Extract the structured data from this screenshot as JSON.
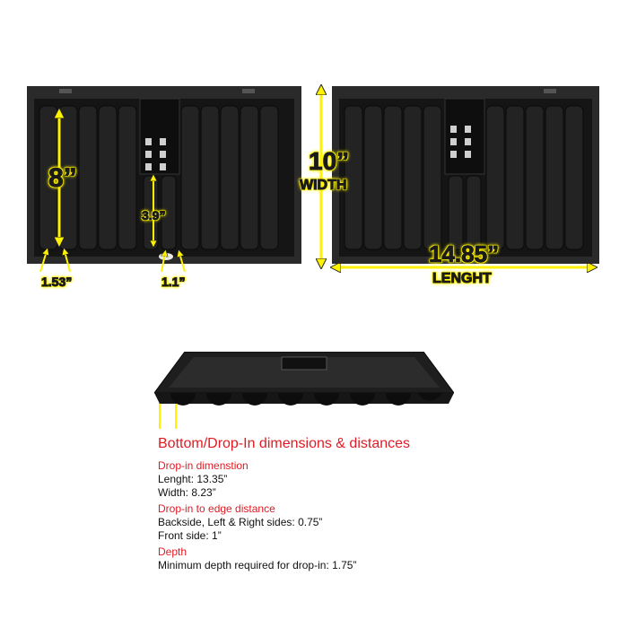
{
  "tray_front": {
    "height_label": "8”",
    "pocket_label": "3.9”",
    "edge_label": "1.53”",
    "gap_label": "1.1”"
  },
  "tray_back": {
    "height_label": "10”",
    "height_caption": "WIDTH",
    "length_label": "14.85”",
    "length_caption": "LENGHT"
  },
  "info": {
    "title": "Bottom/Drop-In dimensions & distances",
    "sections": [
      {
        "heading": "Drop-in dimenstion",
        "lines": [
          "Lenght: 13.35”",
          "Width: 8.23”"
        ]
      },
      {
        "heading": "Drop-in to edge distance",
        "lines": [
          "Backside, Left & Right sides: 0.75”",
          "Front side: 1”"
        ]
      },
      {
        "heading": "Depth",
        "lines": [
          "Minimum depth required for drop-in: 1.75”"
        ]
      }
    ]
  },
  "colors": {
    "tray": "#1c1c1c",
    "arrow": "#fff200",
    "accent_red": "#e01b24"
  }
}
